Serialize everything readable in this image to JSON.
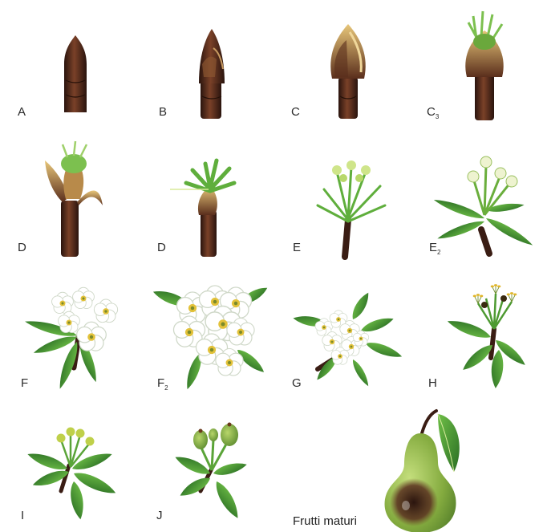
{
  "stages": [
    {
      "letter": "A",
      "sub": ""
    },
    {
      "letter": "B",
      "sub": ""
    },
    {
      "letter": "C",
      "sub": ""
    },
    {
      "letter": "C",
      "sub": "3"
    },
    {
      "letter": "D",
      "sub": ""
    },
    {
      "letter": "D",
      "sub": ""
    },
    {
      "letter": "E",
      "sub": ""
    },
    {
      "letter": "E",
      "sub": "2"
    },
    {
      "letter": "F",
      "sub": ""
    },
    {
      "letter": "F",
      "sub": "2"
    },
    {
      "letter": "G",
      "sub": ""
    },
    {
      "letter": "H",
      "sub": ""
    },
    {
      "letter": "I",
      "sub": ""
    },
    {
      "letter": "J",
      "sub": ""
    }
  ],
  "caption": "Frutti maturi",
  "colors": {
    "bud_dark": "#3a1d14",
    "bud_mid": "#6b3a22",
    "scale_tan": "#c9a15a",
    "leaf": "#3d8a2e",
    "leaf_light": "#7cc04f",
    "petal": "#ffffff",
    "stamen": "#e3c23a",
    "pear": "#8db64a",
    "pear_blush": "#4a2a1e"
  }
}
